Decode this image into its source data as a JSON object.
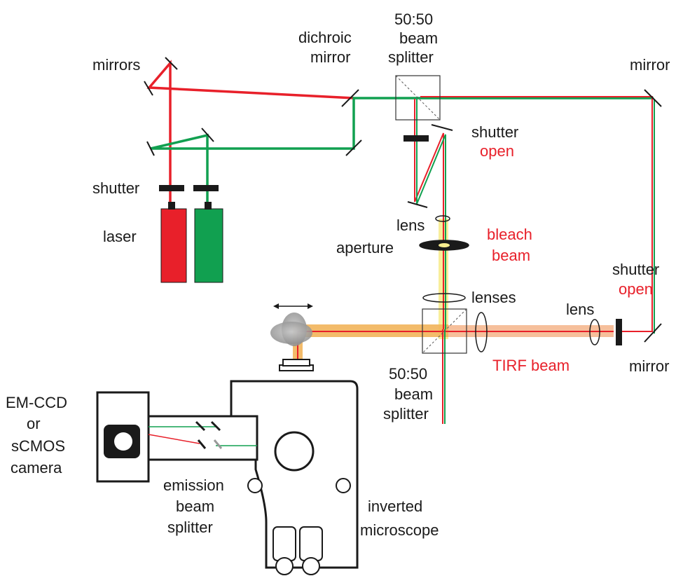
{
  "labels": {
    "mirrors": "mirrors",
    "dichroic_1": "dichroic",
    "dichroic_2": "mirror",
    "bs_top_1": "50:50",
    "bs_top_2": "beam",
    "bs_top_3": "splitter",
    "mirror_top_right": "mirror",
    "shutter_left": "shutter",
    "laser": "laser",
    "shutter_mid": "shutter",
    "shutter_mid_state": "open",
    "lens_upper": "lens",
    "aperture": "aperture",
    "bleach_1": "bleach",
    "bleach_2": "beam",
    "shutter_right": "shutter",
    "shutter_right_state": "open",
    "lenses": "lenses",
    "lens_right": "lens",
    "mirror_bottom_right": "mirror",
    "bs_bottom_1": "50:50",
    "bs_bottom_2": "beam",
    "bs_bottom_3": "splitter",
    "tirf_beam": "TIRF beam",
    "camera_1": "EM-CCD",
    "camera_2": "or",
    "camera_3": "sCMOS",
    "camera_4": "camera",
    "emission_1": "emission",
    "emission_2": "beam",
    "emission_3": "splitter",
    "microscope_1": "inverted",
    "microscope_2": "microscope"
  },
  "colors": {
    "red_laser": "#e8202a",
    "green_laser": "#11a050",
    "bleach_glow": "#f7ec8f",
    "tirf_glow": "#f2b45a",
    "label_red": "#e8202a"
  }
}
